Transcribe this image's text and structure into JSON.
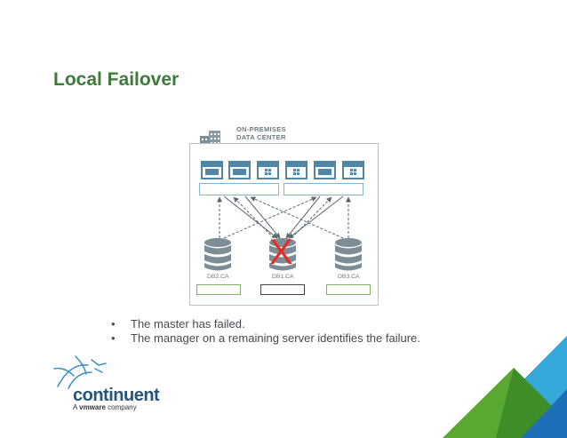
{
  "slide": {
    "title": "Local Failover"
  },
  "diagram": {
    "datacenter_label_line1": "ON-PREMISES",
    "datacenter_label_line2": "DATA CENTER",
    "databases": [
      {
        "label": "DB2.CA",
        "status": "ok"
      },
      {
        "label": "DB1.CA",
        "status": "failed"
      },
      {
        "label": "DB3.CA",
        "status": "ok"
      }
    ],
    "failure_mark": "X",
    "colors": {
      "accent_blue": "#4e87a8",
      "db_gray": "#7d8d96",
      "ok_green": "#7fb069",
      "failed_red": "#e52d27"
    }
  },
  "bullets": [
    "The master has failed.",
    "The manager on a remaining server identifies the failure."
  ],
  "branding": {
    "company": "continuent",
    "tagline_prefix": "A",
    "tagline_brand": "vmware",
    "tagline_suffix": "company"
  },
  "theme": {
    "title_green": "#3f7a3b",
    "corner_blue": "#34a8d8",
    "corner_green": "#5aa832"
  }
}
